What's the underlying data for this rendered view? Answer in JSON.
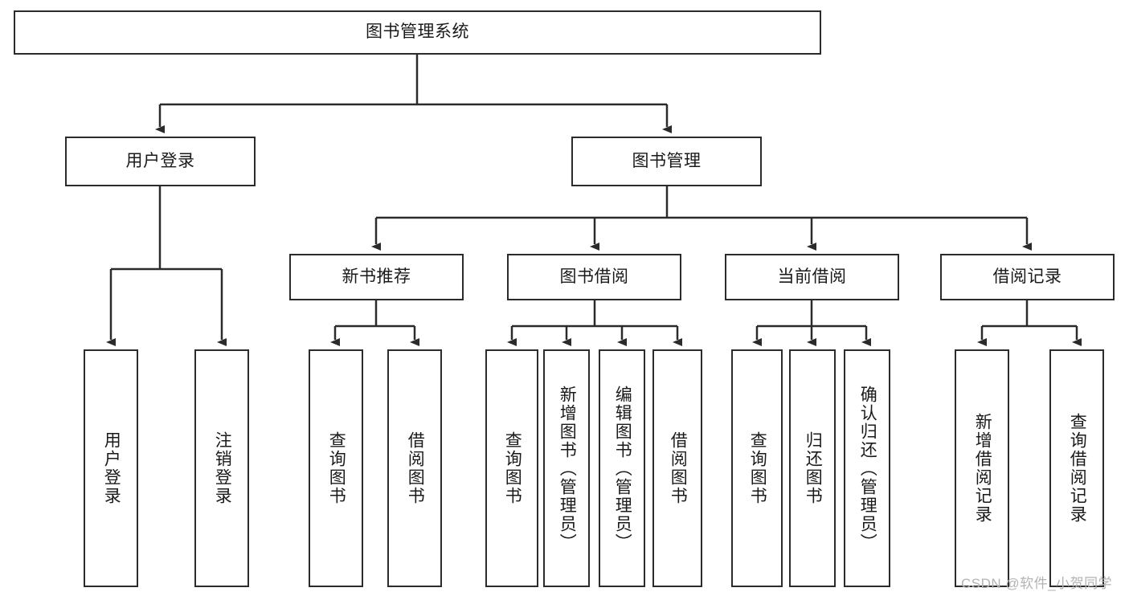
{
  "diagram": {
    "type": "tree-hierarchy-chart",
    "title": "图书管理系统",
    "root": {
      "label": "图书管理系统"
    },
    "level2": [
      {
        "label": "用户登录"
      },
      {
        "label": "图书管理"
      }
    ],
    "level3": [
      {
        "label": "新书推荐"
      },
      {
        "label": "图书借阅"
      },
      {
        "label": "当前借阅"
      },
      {
        "label": "借阅记录"
      }
    ],
    "leaves": {
      "user_login": [
        {
          "label": "用户登录"
        },
        {
          "label": "注销登录"
        }
      ],
      "new_book_recommend": [
        {
          "label": "查询图书"
        },
        {
          "label": "借阅图书"
        }
      ],
      "book_borrow": [
        {
          "label": "查询图书"
        },
        {
          "label": "新增图书（管理员）"
        },
        {
          "label": "编辑图书（管理员）"
        },
        {
          "label": "借阅图书"
        }
      ],
      "current_borrow": [
        {
          "label": "查询图书"
        },
        {
          "label": "归还图书"
        },
        {
          "label": "确认归还（管理员）"
        }
      ],
      "borrow_record": [
        {
          "label": "新增借阅记录"
        },
        {
          "label": "查询借阅记录"
        }
      ]
    }
  },
  "watermark": {
    "text": "CSDN @软件_小贺同学"
  },
  "colors": {
    "stroke": "#2b2b2b",
    "fill": "#ffffff",
    "text": "#1a1a1a",
    "watermark": "#b3b3b3"
  }
}
